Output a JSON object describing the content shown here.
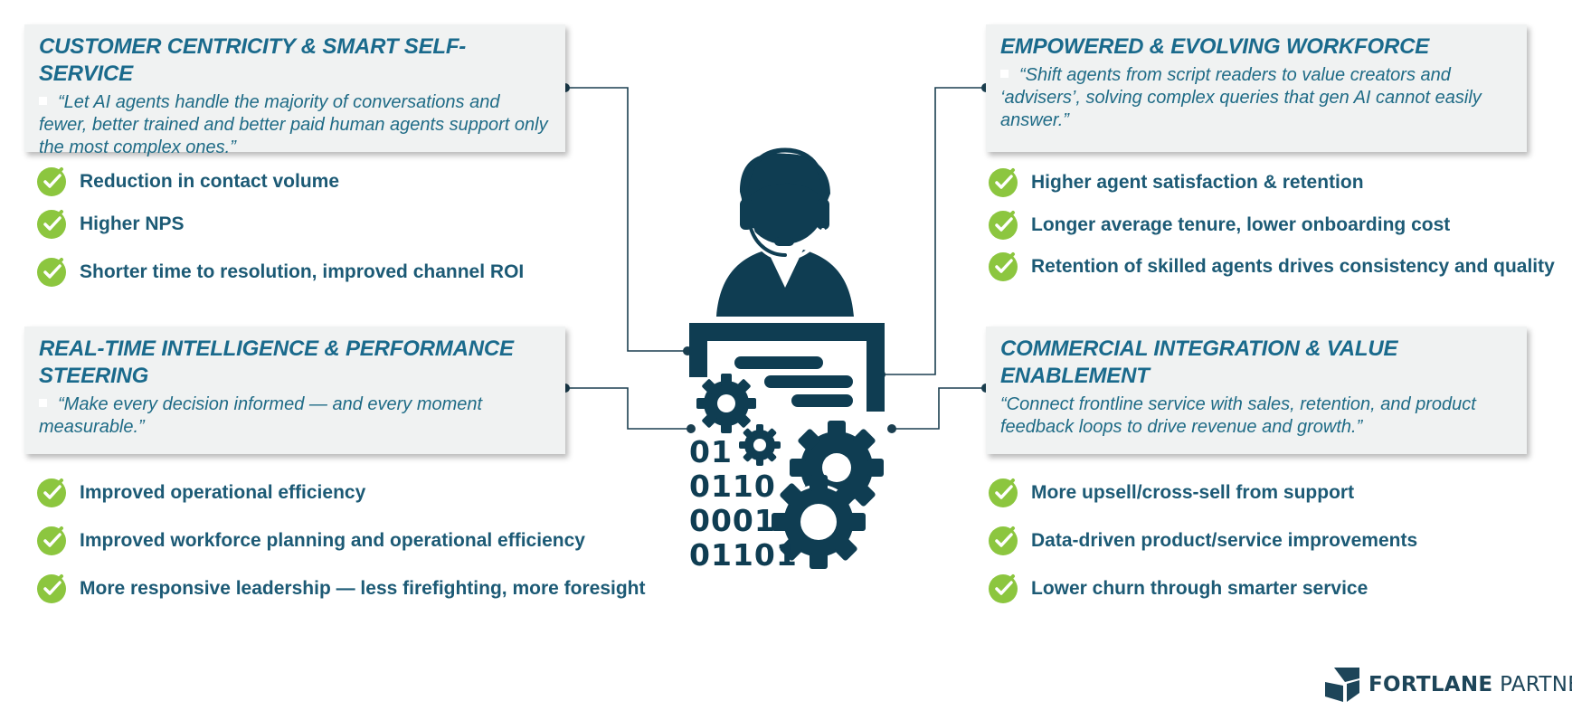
{
  "quadrants": {
    "top_left": {
      "title": "CUSTOMER CENTRICITY & SMART SELF-SERVICE",
      "quote": "“Let AI agents handle the majority of conversations and fewer, better trained and better paid human agents support only the most complex ones.”",
      "benefits": [
        "Reduction in contact volume",
        "Higher NPS",
        "Shorter time to resolution, improved channel ROI"
      ]
    },
    "bottom_left": {
      "title": "REAL-TIME INTELLIGENCE & PERFORMANCE STEERING",
      "quote": "“Make every decision informed — and every moment measurable.”",
      "benefits": [
        "Improved operational efficiency",
        "Improved workforce planning and operational efficiency",
        "More responsive leadership — less firefighting, more foresight"
      ]
    },
    "top_right": {
      "title": "EMPOWERED & EVOLVING WORKFORCE",
      "quote": "“Shift agents from script readers to value creators and ‘advisers’, solving complex queries that gen AI cannot easily answer.”",
      "benefits": [
        "Higher agent satisfaction & retention",
        "Longer average tenure, lower onboarding cost",
        "Retention of skilled agents drives consistency and quality"
      ]
    },
    "bottom_right": {
      "title": "COMMERCIAL INTEGRATION & VALUE ENABLEMENT",
      "quote": "“Connect frontline service with sales, retention, and product feedback loops to drive revenue and growth.”",
      "benefits": [
        "More upsell/cross-sell from support",
        "Data-driven product/service improvements",
        "Lower churn through smarter service"
      ]
    }
  },
  "center": {
    "binary_lines": [
      "01",
      "0110",
      "0001",
      "01101"
    ],
    "icon": "agent-headset-with-document-and-gears-icon"
  },
  "logo": {
    "brand_strong": "FORTLANE",
    "brand_light": " PARTNERS",
    "icon": "cube-logo-icon"
  },
  "colors": {
    "title": "#1a6a8c",
    "benefit_text": "#1c5a75",
    "icon_dark": "#0f3d52",
    "check_green": "#8cc63f",
    "card_bg": "#f0f2f2",
    "connector": "#1b3f50"
  }
}
